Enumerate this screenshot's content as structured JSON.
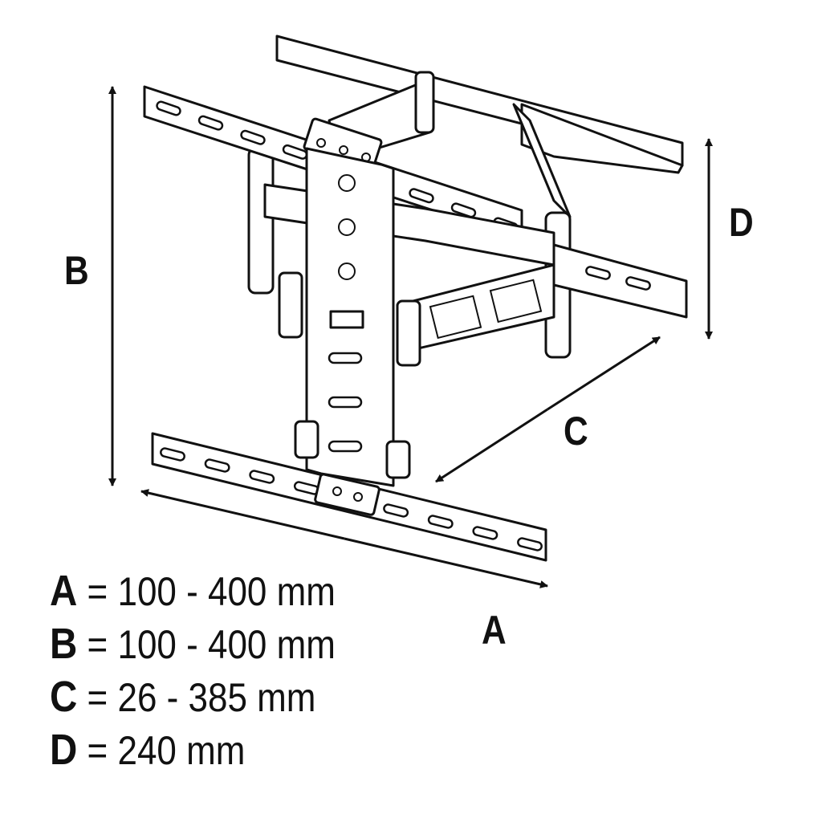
{
  "dimension_labels": {
    "a": "A",
    "b": "B",
    "c": "C",
    "d": "D"
  },
  "specs": [
    {
      "key": "A",
      "value": "= 100 - 400 mm"
    },
    {
      "key": "B",
      "value": "= 100 - 400 mm"
    },
    {
      "key": "C",
      "value": "= 26 - 385 mm"
    },
    {
      "key": "D",
      "value": "= 240 mm"
    }
  ],
  "colors": {
    "ink": "#111111",
    "background": "#ffffff"
  }
}
